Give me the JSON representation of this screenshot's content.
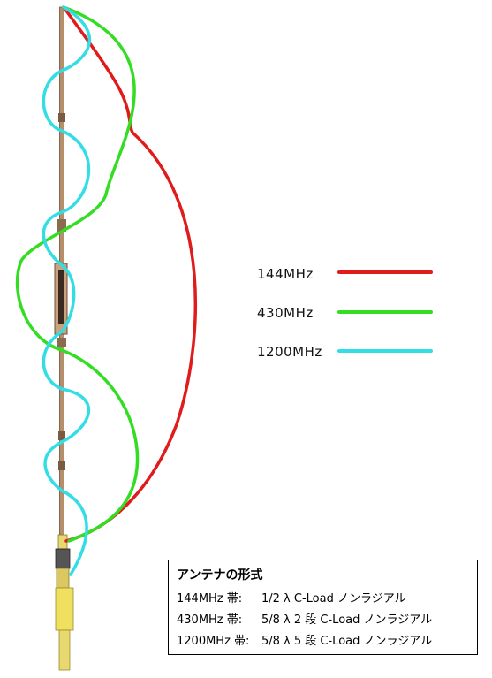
{
  "colors": {
    "band_144": "#e01b1b",
    "band_430": "#33dd22",
    "band_1200": "#33dde6",
    "element": "#a07a58",
    "connector_yellow": "#f0e060",
    "connector_dark": "#555555"
  },
  "legend": [
    {
      "label": "144MHz",
      "color": "#e01b1b"
    },
    {
      "label": "430MHz",
      "color": "#33dd22"
    },
    {
      "label": "1200MHz",
      "color": "#33dde6"
    }
  ],
  "info_box": {
    "title": "アンテナの形式",
    "rows": [
      {
        "band": "144MHz 帯:",
        "type": "1/2 λ C-Load ノンラジアル"
      },
      {
        "band": "430MHz 帯:",
        "type": "5/8 λ 2 段 C-Load ノンラジアル"
      },
      {
        "band": "1200MHz 帯:",
        "type": "5/8 λ 5 段 C-Load ノンラジアル"
      }
    ]
  }
}
